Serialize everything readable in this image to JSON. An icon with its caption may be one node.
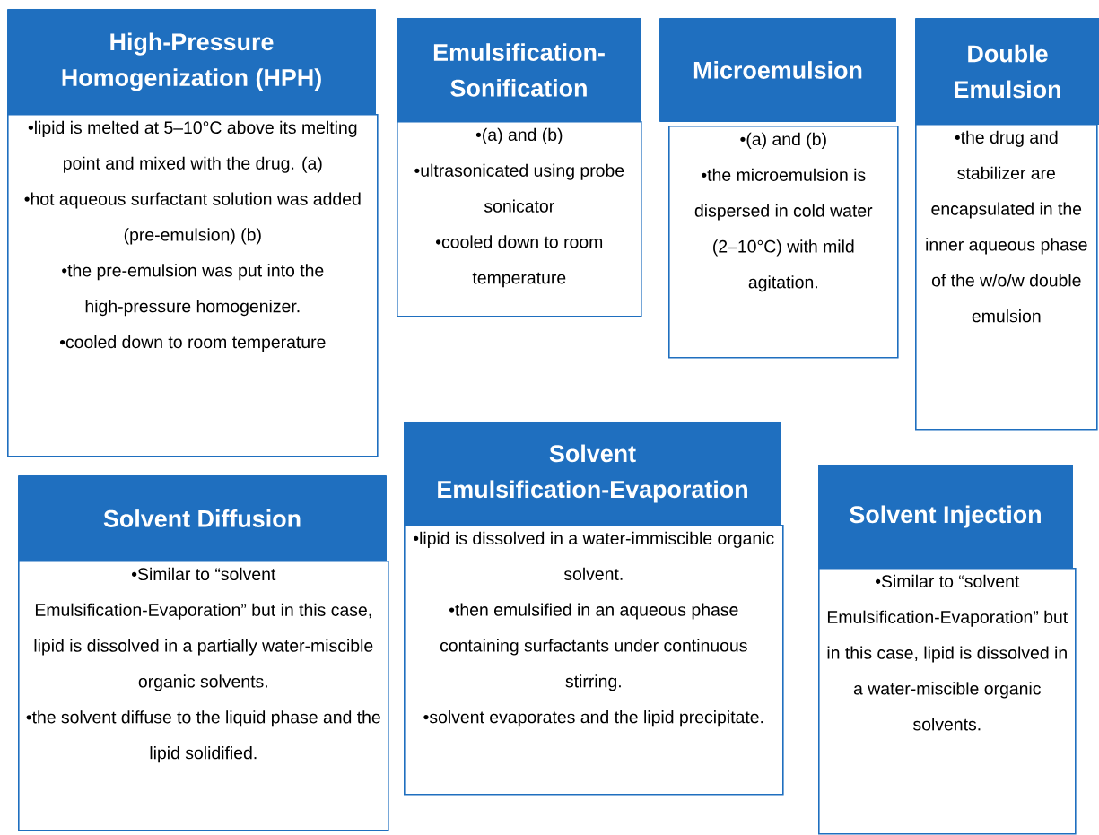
{
  "diagram": {
    "nodes": [
      {
        "text": [
          "High-Pressure Homogenization (HPH)"
        ]
      },
      {
        "text": [
          "•lipid is melted at 5–10°C above its melting point and mixed with the drug. (a)",
          "•hot aqueous surfactant solution was added (pre-emulsion) (b)",
          "•the pre-emulsion was put into the high-pressure homogenizer.",
          "•cooled down to room temperature"
        ]
      },
      {
        "text": [
          "Emulsification-Sonification"
        ]
      },
      {
        "text": [
          "•(a) and (b)",
          "•ultrasonicated using probe sonicator",
          "•cooled down to room temperature"
        ]
      },
      {
        "text": [
          "Microemulsion"
        ]
      },
      {
        "text": [
          "•(a) and (b)",
          "•the microemulsion is dispersed in cold water (2–10°C) with mild agitation."
        ]
      },
      {
        "text": [
          "Double Emulsion"
        ]
      },
      {
        "text": [
          "•the drug and stabilizer are encapsulated in the inner aqueous phase of the w/o/w double emulsion"
        ]
      },
      {
        "text": [
          "Solvent Diffusion"
        ]
      },
      {
        "text": [
          "•Similar to “solvent Emulsification-Evaporation” but in this case, lipid is dissolved in a partially water-miscible organic solvents.",
          "•the solvent diffuse to the liquid phase and the lipid solidified."
        ]
      },
      {
        "text": [
          "Solvent Emulsification-Evaporation"
        ]
      },
      {
        "text": [
          "•lipid is dissolved in a water-immiscible organic solvent.",
          "•then emulsified in an aqueous phase containing surfactants under continuous stirring.",
          "•solvent evaporates and the lipid precipitate."
        ]
      },
      {
        "text": [
          "Solvent Injection"
        ]
      },
      {
        "text": [
          "•Similar to “solvent Emulsification-Evaporation” but in this case, lipid is dissolved in a water-miscible organic solvents."
        ]
      }
    ]
  }
}
